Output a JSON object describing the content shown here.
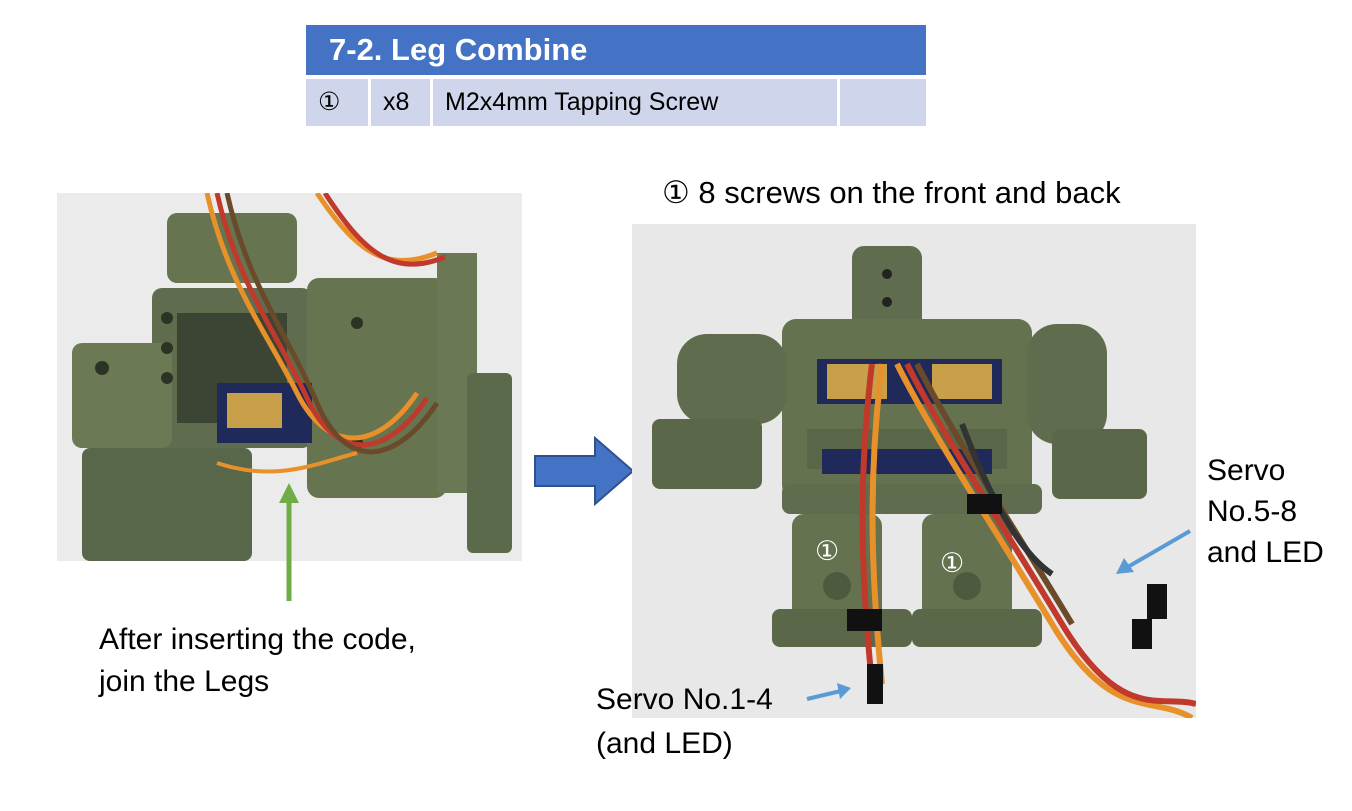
{
  "section": {
    "title": "7-2. Leg Combine"
  },
  "parts": [
    {
      "mark": "①",
      "qty": "x8",
      "name": "M2x4mm Tapping Screw",
      "extra": ""
    }
  ],
  "captions": {
    "left_caption_line1": "After inserting the code,",
    "left_caption_line2": "join the Legs",
    "right_heading": "①  8 screws on the front and back",
    "servo_5_8_line1": "Servo",
    "servo_5_8_line2": "No.5-8",
    "servo_5_8_line3": "and LED",
    "servo_1_4_line1": "Servo No.1-4",
    "servo_1_4_line2": "(and LED)",
    "leg_mark_left": "①",
    "leg_mark_right": "①"
  },
  "colors": {
    "header_blue": "#4472c4",
    "row_fill": "#cfd5ea",
    "big_arrow": "#4472c4",
    "green_arrow": "#70ad47",
    "callout_arrow": "#5b9bd5",
    "robot_green": "#5f6d4e"
  }
}
